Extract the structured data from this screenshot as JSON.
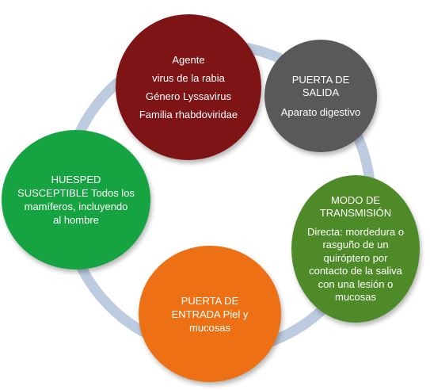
{
  "colors": {
    "ring": "#bccbdf",
    "agent": "#7f1416",
    "exit": "#595959",
    "mode": "#4e8a27",
    "entry": "#ed7014",
    "host": "#16a442"
  },
  "nodes": {
    "agent": {
      "lines": [
        "Agente",
        "virus de la rabia",
        "Género Lyssavirus",
        "Familia rhabdoviridae"
      ]
    },
    "exit": {
      "heading": [
        "PUERTA DE",
        "SALIDA"
      ],
      "body": "Aparato digestivo"
    },
    "mode": {
      "heading": [
        "MODO DE",
        "TRANSMISIÓN"
      ],
      "body": [
        "Directa: mordedura o",
        "rasguño de un",
        "quiróptero por",
        "contacto de la saliva",
        "con una lesión o",
        "mucosas"
      ]
    },
    "entry": {
      "lines": [
        "PUERTA DE",
        "ENTRADA Piel y",
        "mucosas"
      ]
    },
    "host": {
      "lines": [
        "HUESPED",
        "SUSCEPTIBLE Todos los",
        "mamíferos, incluyendo",
        "al hombre"
      ]
    }
  }
}
